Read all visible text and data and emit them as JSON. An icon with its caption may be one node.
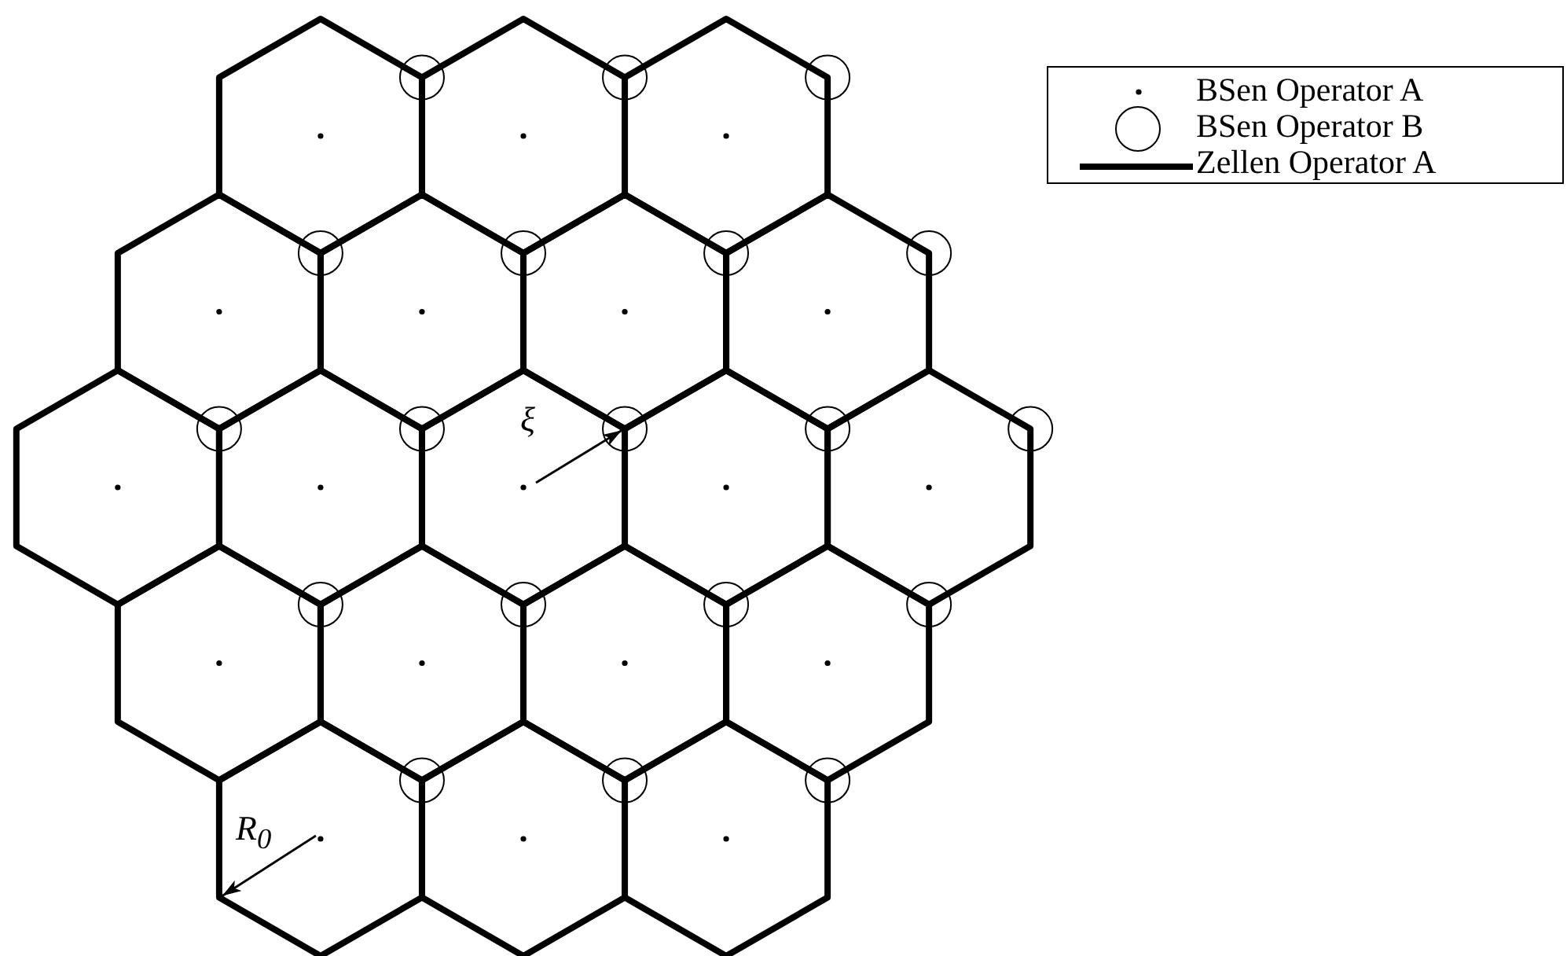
{
  "diagram": {
    "labels": [
      "ξ",
      "R$_{0}$"
    ],
    "legend": [
      {
        "text": "BSen Operator A"
      },
      {
        "text": "BSen Operator B"
      },
      {
        "text": "Zellen Operator A"
      }
    ]
  }
}
